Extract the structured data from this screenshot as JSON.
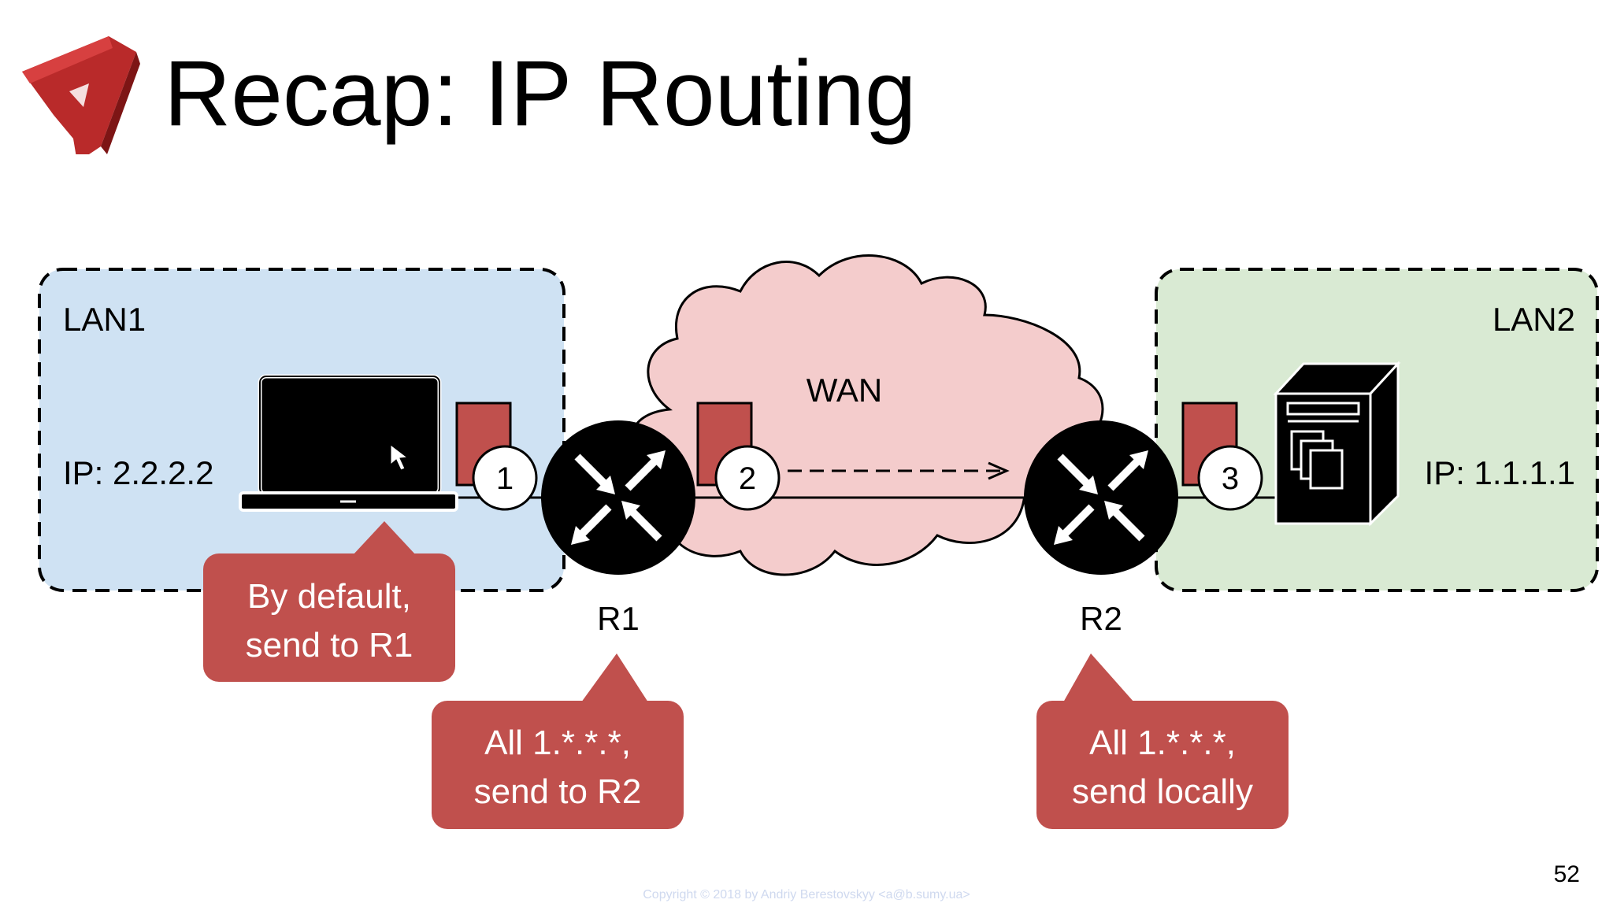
{
  "slide": {
    "title": "Recap: IP Routing",
    "page_number": "52",
    "copyright": "Copyright © 2018 by Andriy Berestovskyy <a@b.sumy.ua>"
  },
  "diagram": {
    "lan1_label": "LAN1",
    "lan2_label": "LAN2",
    "wan_label": "WAN",
    "host1_ip": "IP: 2.2.2.2",
    "host2_ip": "IP: 1.1.1.1",
    "router1_label": "R1",
    "router2_label": "R2",
    "steps": [
      "1",
      "2",
      "3"
    ],
    "callouts": {
      "laptop": [
        "By default,",
        "send to R1"
      ],
      "r1": [
        "All 1.*.*.*,",
        "send to R2"
      ],
      "r2": [
        "All 1.*.*.*,",
        "send locally"
      ]
    },
    "colors": {
      "lan1_fill": "#cfe2f3",
      "lan2_fill": "#d9ead3",
      "wan_fill": "#f4cccc",
      "packet": "#c0504d",
      "callout": "#c0504d"
    },
    "icons": [
      "logo-icon",
      "laptop-icon",
      "server-icon",
      "router-icon"
    ]
  }
}
